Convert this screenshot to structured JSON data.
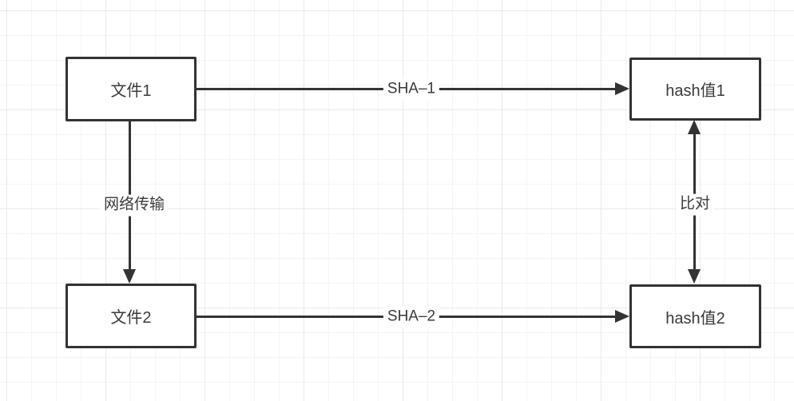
{
  "diagram": {
    "title": "file-hash-verification-flow",
    "nodes": {
      "file1": {
        "label": "文件1"
      },
      "hash1": {
        "label": "hash值1"
      },
      "file2": {
        "label": "文件2"
      },
      "hash2": {
        "label": "hash值2"
      }
    },
    "edges": {
      "sha1": {
        "label": "SHA–1",
        "from": "文件1",
        "to": "hash值1",
        "direction": "right"
      },
      "sha2": {
        "label": "SHA–2",
        "from": "文件2",
        "to": "hash值2",
        "direction": "right"
      },
      "transfer": {
        "label": "网络传输",
        "from": "文件1",
        "to": "文件2",
        "direction": "down"
      },
      "compare": {
        "label": "比对",
        "from": "hash值1",
        "to": "hash值2",
        "direction": "both"
      }
    },
    "colors": {
      "stroke": "#333333",
      "text": "#3a3a3a",
      "node_fill": "#ffffff",
      "background": "#ffffff",
      "grid_minor": "#f4f4f4",
      "grid_major": "#e9e9e9"
    }
  }
}
